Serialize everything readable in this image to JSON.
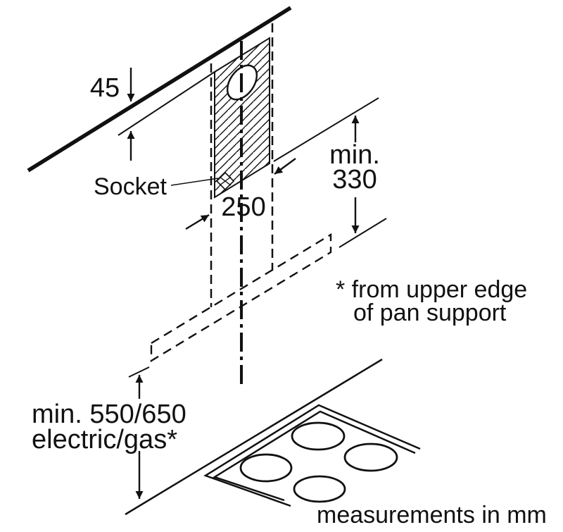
{
  "diagram": {
    "background": "#ffffff",
    "line_color": "#111111",
    "dimensions": {
      "ceiling_offset": {
        "value": "45"
      },
      "plate_width": {
        "value": "250"
      },
      "hood_clearance": {
        "line1": "min.",
        "line2": "330"
      },
      "hob_clearance": {
        "line1": "min. 550/650",
        "line2": "electric/gas*"
      }
    },
    "labels": {
      "socket": "Socket",
      "footnote": {
        "line1": "* from upper edge",
        "line2": "of pan support"
      },
      "units": "measurements in mm"
    }
  }
}
